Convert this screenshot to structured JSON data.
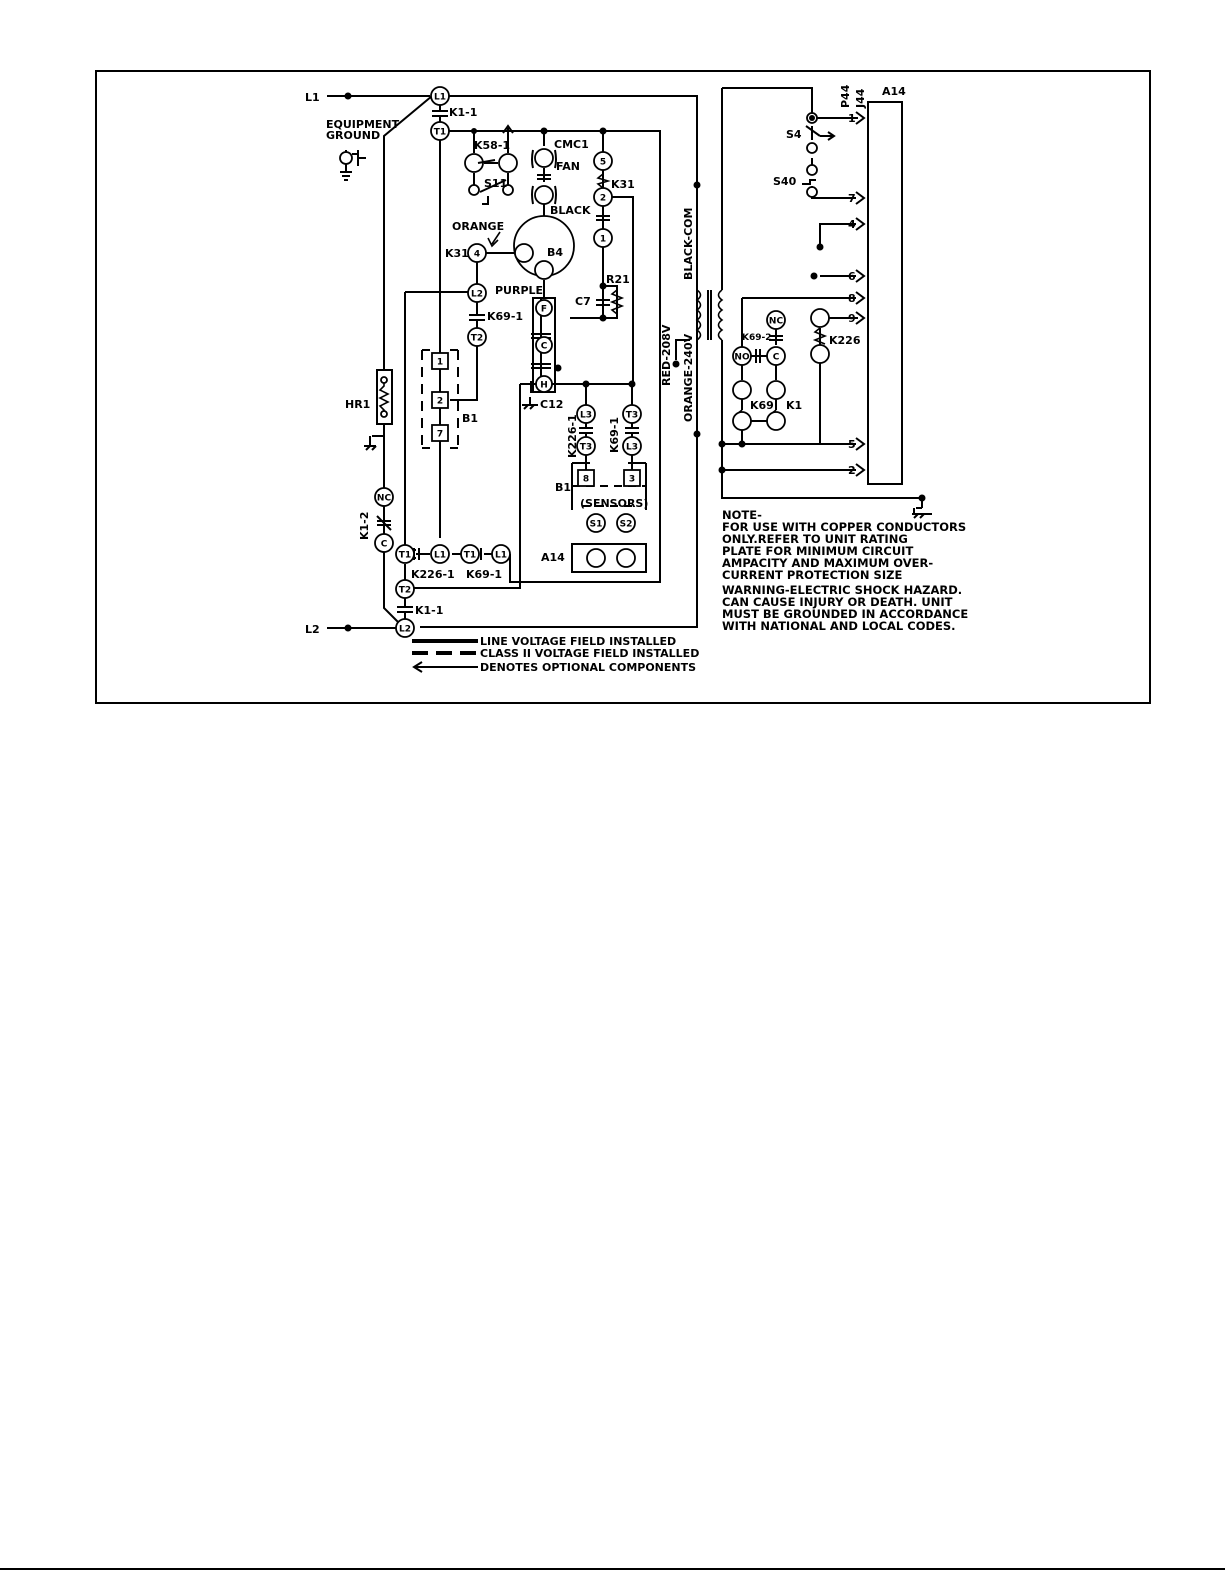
{
  "labels": {
    "l1": "L1",
    "l2": "L2",
    "equipment_ground_1": "EQUIPMENT",
    "equipment_ground_2": "GROUND",
    "hr1": "HR1",
    "k1_2": "K1-2",
    "k1_1_top": "K1-1",
    "k1_1_bottom": "K1-1",
    "k58_1": "K58-1",
    "s11": "S11",
    "cmc1": "CMC1",
    "fan": "FAN",
    "black": "BLACK",
    "orange": "ORANGE",
    "k31_left": "K31",
    "k31_right": "K31",
    "b4": "B4",
    "purple": "PURPLE",
    "r21": "R21",
    "c7": "C7",
    "k69_1_mid": "K69-1",
    "b1": "B1",
    "c12": "C12",
    "k226_1_vert": "K226-1",
    "k69_1_vert": "K69-1",
    "b1_sensors": "B1",
    "sensors": "(SENSORS)",
    "a14_mid": "A14",
    "k226_1_horiz": "K226-1",
    "k69_1_horiz": "K69-1",
    "black_com": "BLACK-COM",
    "red_208v": "RED-208V",
    "orange_240v": "ORANGE-240V",
    "p44": "P44",
    "j44": "J44",
    "a14_top": "A14",
    "s4": "S4",
    "s40": "S40",
    "k69_2": "K69-2",
    "k226": "K226",
    "k69": "K69",
    "k1": "K1"
  },
  "terminals": {
    "l1": "L1",
    "t1": "T1",
    "l2": "L2",
    "t2": "T2",
    "k31_4": "4",
    "k31_5": "5",
    "k31_2": "2",
    "k31_1": "1",
    "b1_1": "1",
    "b1_2": "2",
    "b1_7": "7",
    "b4_f": "F",
    "b4_c": "C",
    "b4_h": "H",
    "l3_a": "L3",
    "t3_a": "T3",
    "t3_b": "T3",
    "l3_b": "L3",
    "b1_8": "8",
    "b1_3": "3",
    "s1": "S1",
    "s2": "S2",
    "nc_k1": "NC",
    "c_k1": "C",
    "t1_bot_a": "T1",
    "l1_bot_a": "L1",
    "t1_bot_b": "T1",
    "l1_bot_b": "L1",
    "t2_bot": "T2",
    "l2_bot": "L2",
    "nc_k69": "NC",
    "no_k69": "NO",
    "c_k69": "C"
  },
  "pins": [
    "1",
    "7",
    "4",
    "6",
    "8",
    "9",
    "5",
    "2"
  ],
  "note": {
    "heading": "NOTE-",
    "lines": [
      "FOR USE WITH COPPER CONDUCTORS",
      "ONLY.REFER TO UNIT RATING",
      "PLATE FOR MINIMUM CIRCUIT",
      "AMPACITY AND MAXIMUM OVER-",
      "CURRENT PROTECTION SIZE"
    ],
    "warning_lines": [
      "WARNING-ELECTRIC SHOCK HAZARD.",
      "CAN CAUSE INJURY OR DEATH. UNIT",
      "MUST BE GROUNDED IN ACCORDANCE",
      "WITH NATIONAL AND LOCAL CODES."
    ]
  },
  "legend": {
    "line_voltage": "LINE VOLTAGE FIELD INSTALLED",
    "class_ii": "CLASS II VOLTAGE FIELD INSTALLED",
    "optional": "DENOTES OPTIONAL COMPONENTS"
  }
}
